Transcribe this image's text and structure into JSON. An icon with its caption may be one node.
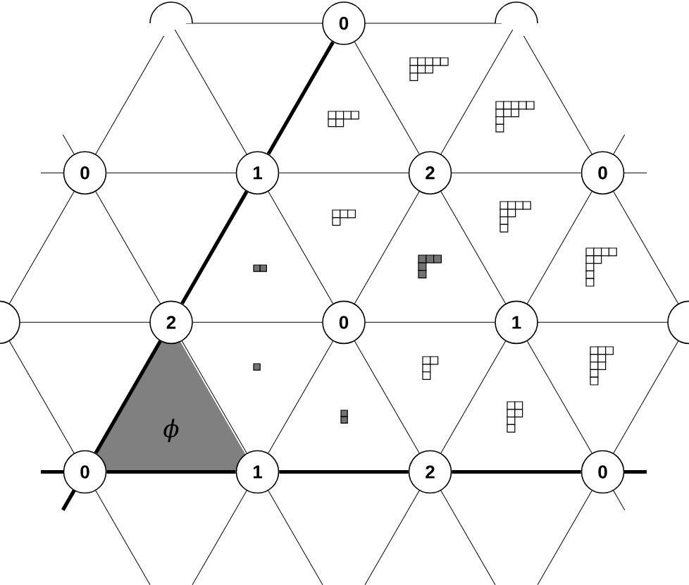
{
  "diagram": {
    "nodes": [
      {
        "text": [
          "0"
        ]
      },
      {
        "text": [
          "0"
        ]
      },
      {
        "text": [
          "1"
        ]
      },
      {
        "text": [
          "2"
        ]
      },
      {
        "text": [
          "0"
        ]
      },
      {
        "text": [
          "2"
        ]
      },
      {
        "text": [
          "0"
        ]
      },
      {
        "text": [
          "1"
        ]
      },
      {
        "text": [
          "ϕ"
        ]
      },
      {
        "text": [
          "0"
        ]
      },
      {
        "text": [
          "1"
        ]
      },
      {
        "text": [
          "2"
        ]
      },
      {
        "text": [
          "0"
        ]
      }
    ],
    "edges": [
      {
        "from": 0,
        "to": 2,
        "arrow": "none",
        "style": "thick"
      },
      {
        "from": 0,
        "to": 3,
        "arrow": "none"
      },
      {
        "from": 1,
        "to": 2,
        "arrow": "none"
      },
      {
        "from": 2,
        "to": 3,
        "arrow": "none"
      },
      {
        "from": 3,
        "to": 4,
        "arrow": "none"
      },
      {
        "from": 1,
        "to": 5,
        "arrow": "none"
      },
      {
        "from": 2,
        "to": 5,
        "arrow": "none",
        "style": "thick"
      },
      {
        "from": 2,
        "to": 6,
        "arrow": "none"
      },
      {
        "from": 3,
        "to": 6,
        "arrow": "none"
      },
      {
        "from": 3,
        "to": 7,
        "arrow": "none"
      },
      {
        "from": 4,
        "to": 7,
        "arrow": "none"
      },
      {
        "from": 5,
        "to": 6,
        "arrow": "none"
      },
      {
        "from": 6,
        "to": 7,
        "arrow": "none"
      },
      {
        "from": 5,
        "to": 9,
        "arrow": "none",
        "style": "thick"
      },
      {
        "from": 5,
        "to": 10,
        "arrow": "none"
      },
      {
        "from": 6,
        "to": 10,
        "arrow": "none"
      },
      {
        "from": 6,
        "to": 11,
        "arrow": "none"
      },
      {
        "from": 7,
        "to": 11,
        "arrow": "none"
      },
      {
        "from": 7,
        "to": 12,
        "arrow": "none"
      },
      {
        "from": 9,
        "to": 10,
        "arrow": "none",
        "style": "thick"
      },
      {
        "from": 10,
        "to": 11,
        "arrow": "none",
        "style": "thick"
      },
      {
        "from": 11,
        "to": 12,
        "arrow": "none",
        "style": "thick"
      }
    ]
  }
}
